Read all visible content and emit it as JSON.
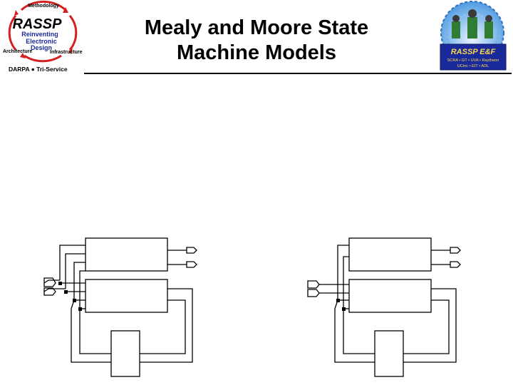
{
  "title": {
    "line1": "Mealy and Moore State",
    "line2": "Machine Models"
  },
  "left_logo": {
    "top": "Methodology",
    "brand": "RASSP",
    "line1": "Reinventing",
    "line2": "Electronic",
    "line3": "Design",
    "left": "Architecture",
    "right": "Infrastructure",
    "sponsor": "DARPA ● Tri-Service"
  },
  "right_logo": {
    "brand": "RASSP E&F",
    "line1": "SCRA • GT • UVA • Raytheon",
    "line2": "UCinc • EIT • ADL"
  },
  "colors": {
    "logo_red": "#d42020",
    "logo_blue": "#1a2a9a",
    "right_bg": "#7fb8ff"
  }
}
